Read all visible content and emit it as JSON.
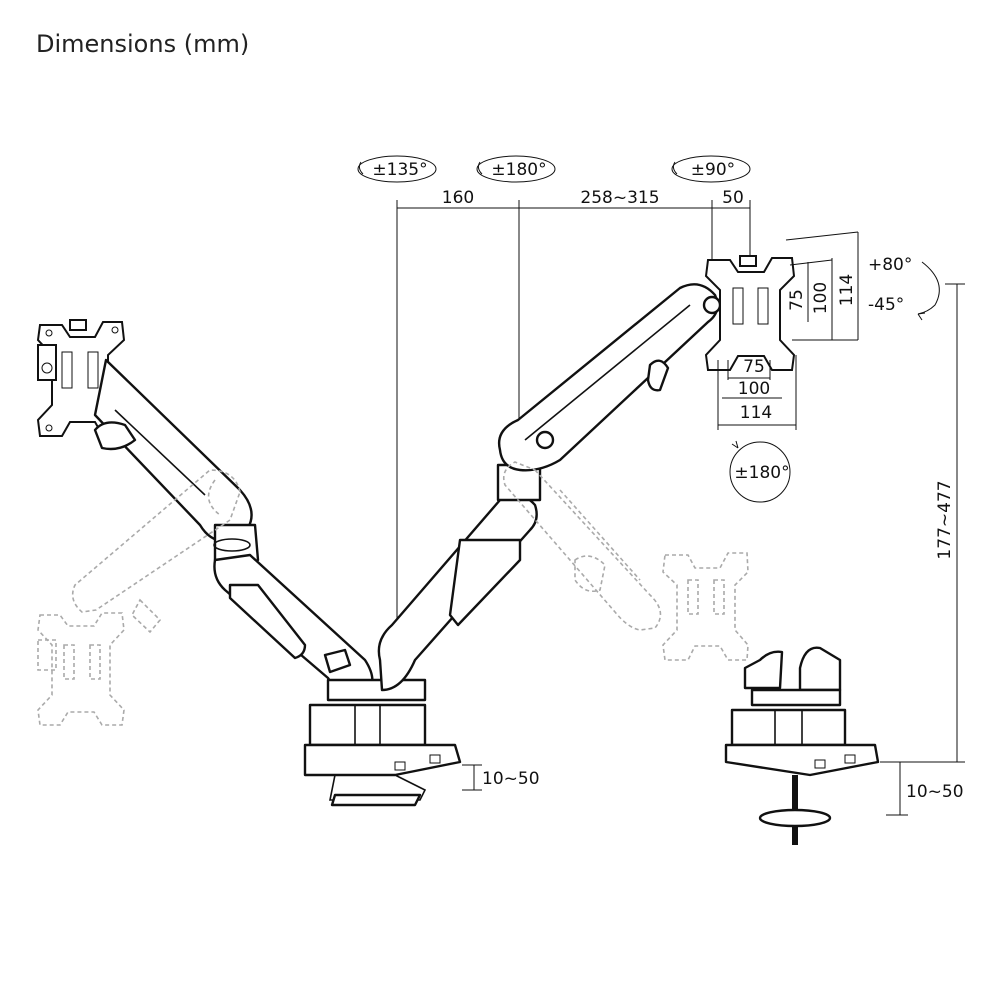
{
  "title": "Dimensions (mm)",
  "rotation": {
    "left_joint": "±135°",
    "center_joint": "±180°",
    "right_joint": "±90°",
    "monitor_rotation": "±180°",
    "tilt_up": "+80°",
    "tilt_down": "-45°"
  },
  "dimensions": {
    "arm_segment_1": "160",
    "arm_segment_2": "258~315",
    "head_offset": "50",
    "vesa_vertical_75": "75",
    "vesa_vertical_100": "100",
    "vesa_vertical_114": "114",
    "vesa_horizontal_75": "75",
    "vesa_horizontal_100": "100",
    "vesa_horizontal_114": "114",
    "height_range": "177~477",
    "clamp_thickness": "10~50",
    "grommet_thickness": "10~50"
  },
  "colors": {
    "line": "#111111",
    "ghost": "#aaaaaa",
    "background": "#ffffff"
  }
}
